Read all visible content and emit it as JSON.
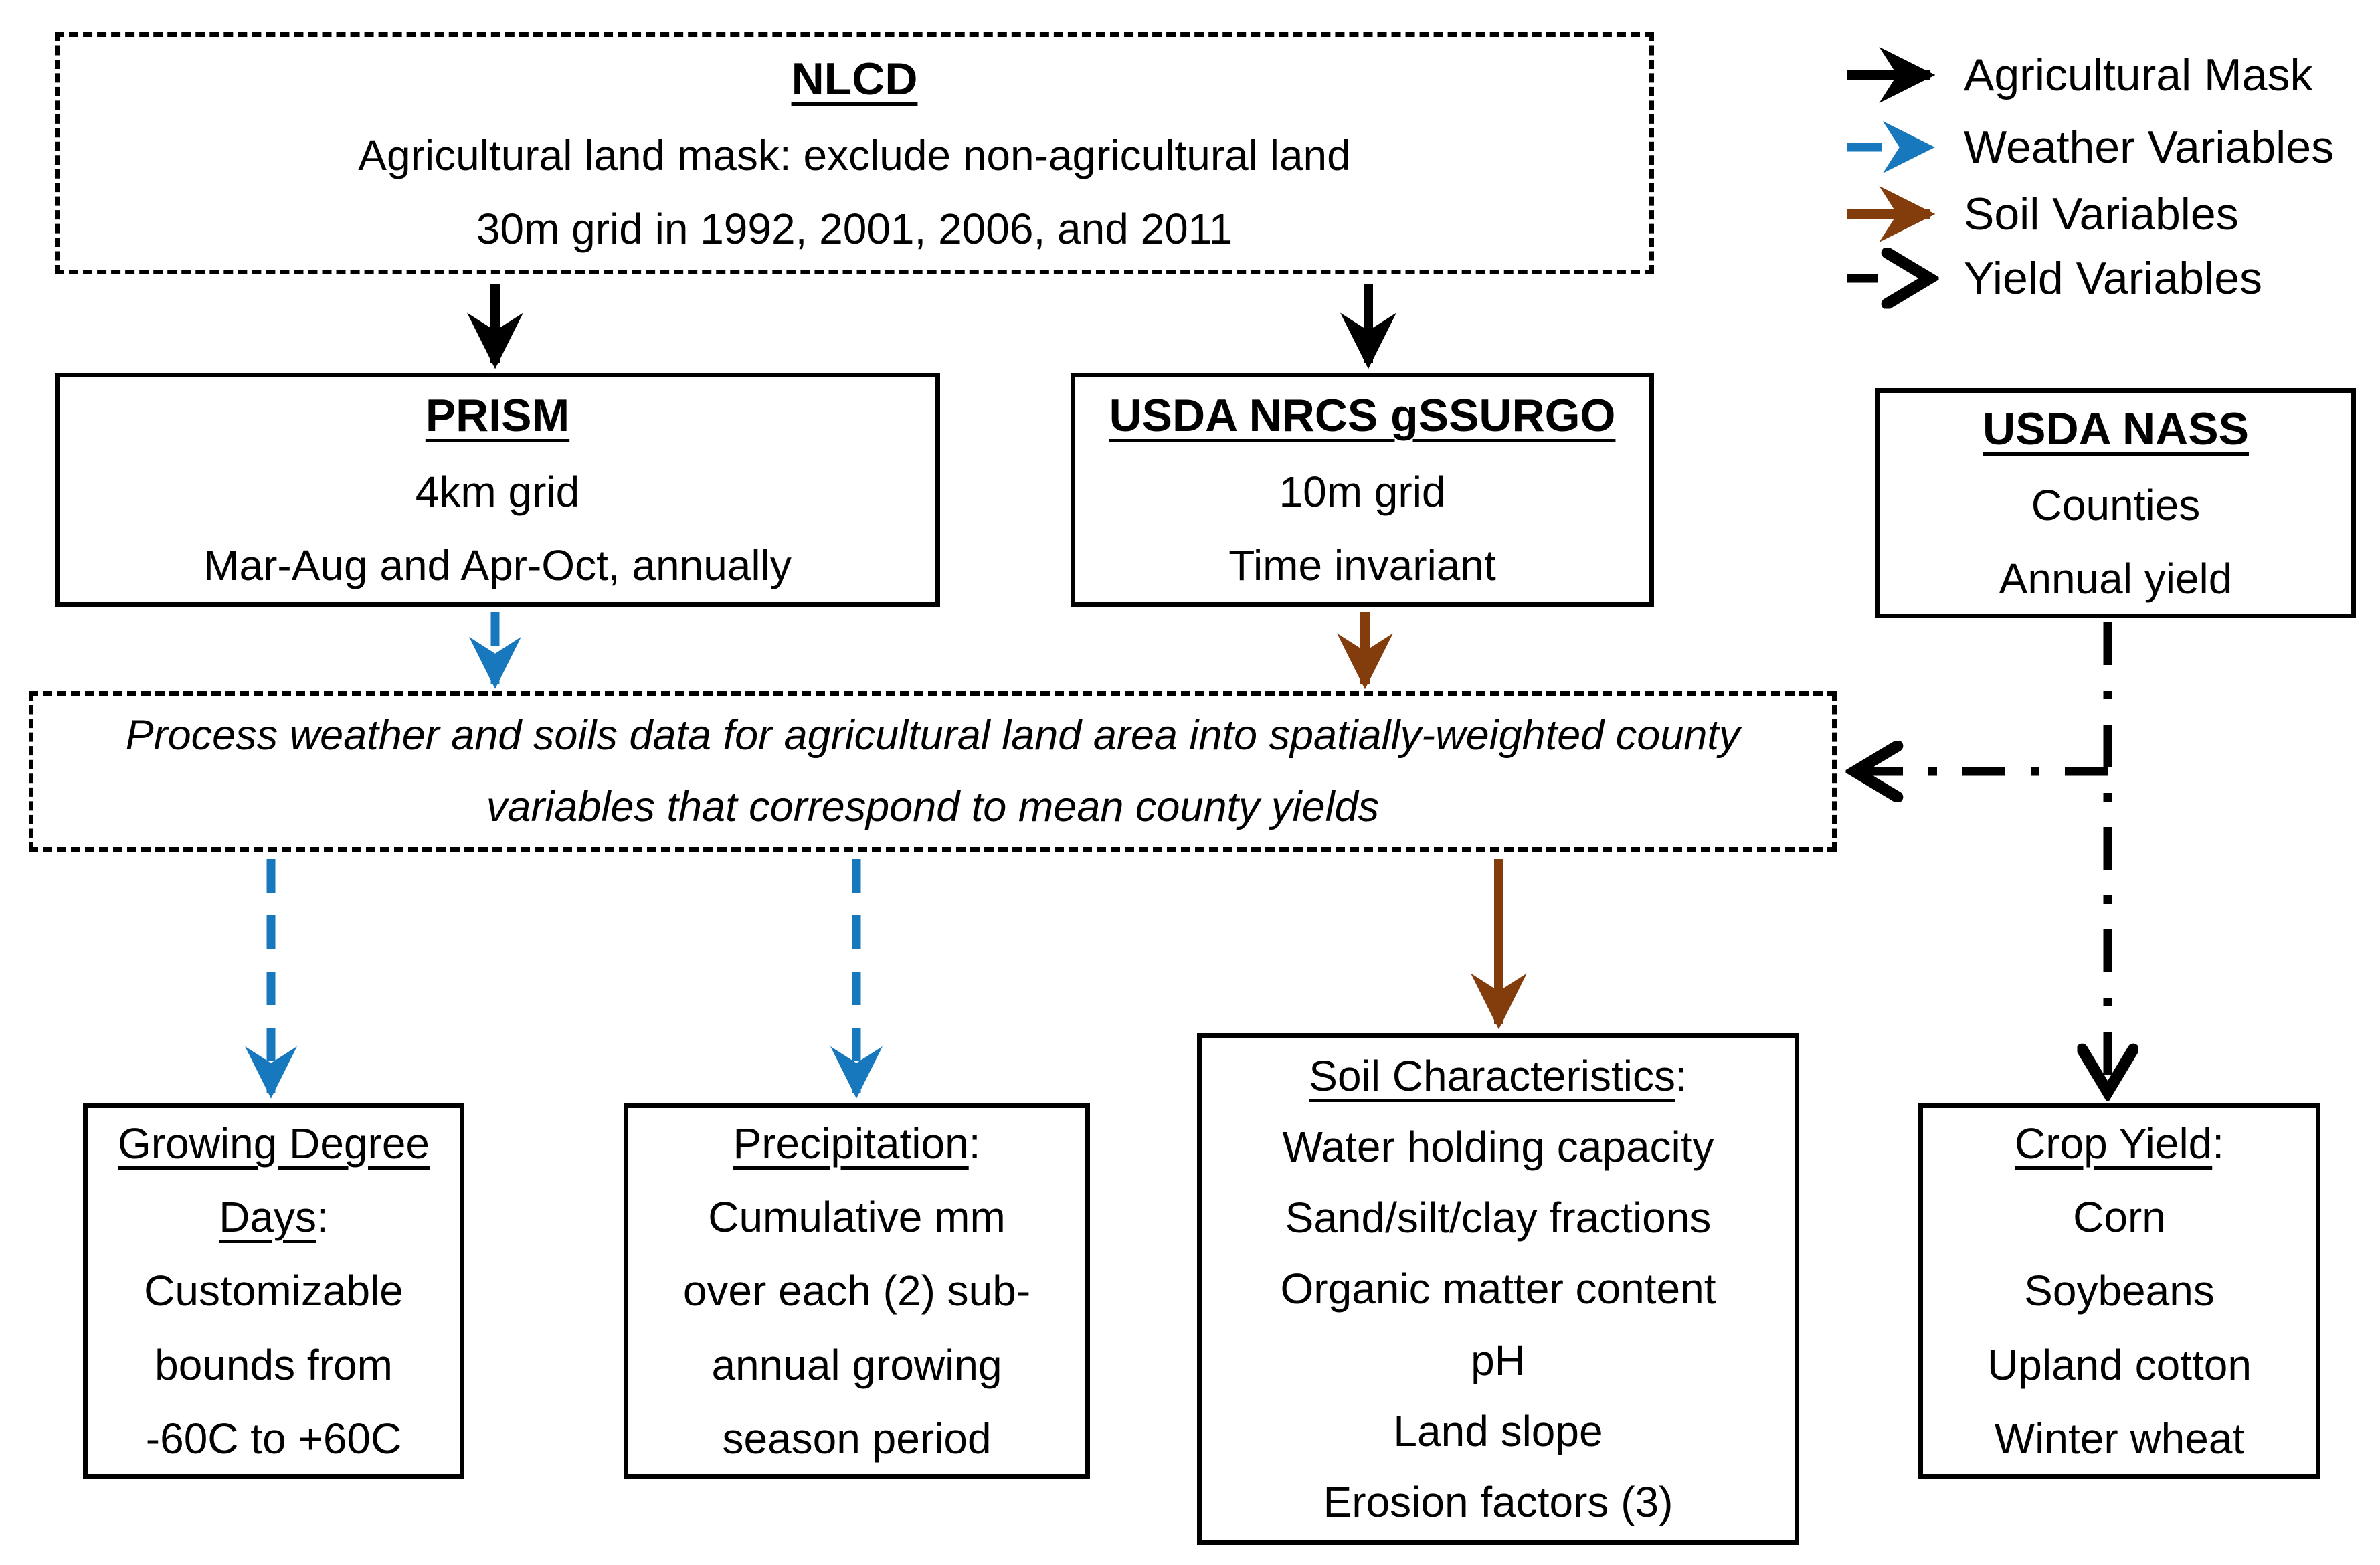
{
  "colors": {
    "mask": "#000000",
    "weather": "#1878BE",
    "soil": "#833C0B",
    "yield": "#000000",
    "box_border": "#000000",
    "background": "#FFFFFF"
  },
  "legend": {
    "items": [
      {
        "icon": "black-solid-arrow-icon",
        "label": "Agricultural Mask"
      },
      {
        "icon": "blue-dashed-arrow-icon",
        "label": "Weather Variables"
      },
      {
        "icon": "brown-solid-arrow-icon",
        "label": "Soil Variables"
      },
      {
        "icon": "black-dash-dot-arrow-icon",
        "label": "Yield Variables"
      }
    ]
  },
  "boxes": {
    "nlcd": {
      "title": "NLCD",
      "lines": [
        "Agricultural land mask: exclude non-agricultural land",
        "30m grid in 1992, 2001, 2006, and 2011"
      ]
    },
    "prism": {
      "title": "PRISM",
      "lines": [
        "4km grid",
        "Mar-Aug and Apr-Oct, annually"
      ]
    },
    "gssurgo": {
      "title": "USDA NRCS gSSURGO",
      "lines": [
        "10m grid",
        "Time invariant"
      ]
    },
    "nass": {
      "title": "USDA NASS",
      "lines": [
        "Counties",
        "Annual yield"
      ]
    },
    "process": {
      "text": "Process weather and soils data for agricultural land area into spatially-weighted county variables that correspond to mean county yields"
    },
    "gdd": {
      "title": "Growing Degree Days",
      "suffix": ":",
      "lines": [
        "Customizable",
        "bounds from",
        "-60C to +60C"
      ]
    },
    "precipitation": {
      "title": "Precipitation",
      "suffix": ":",
      "lines": [
        "Cumulative mm",
        "over each (2) sub-",
        "annual growing",
        "season period"
      ]
    },
    "soil": {
      "title": "Soil Characteristics",
      "suffix": ":",
      "lines": [
        "Water holding capacity",
        "Sand/silt/clay fractions",
        "Organic matter content",
        "pH",
        "Land slope",
        "Erosion factors (3)"
      ]
    },
    "crop": {
      "title": "Crop Yield",
      "suffix": ":",
      "lines": [
        "Corn",
        "Soybeans",
        "Upland cotton",
        "Winter wheat"
      ]
    }
  }
}
